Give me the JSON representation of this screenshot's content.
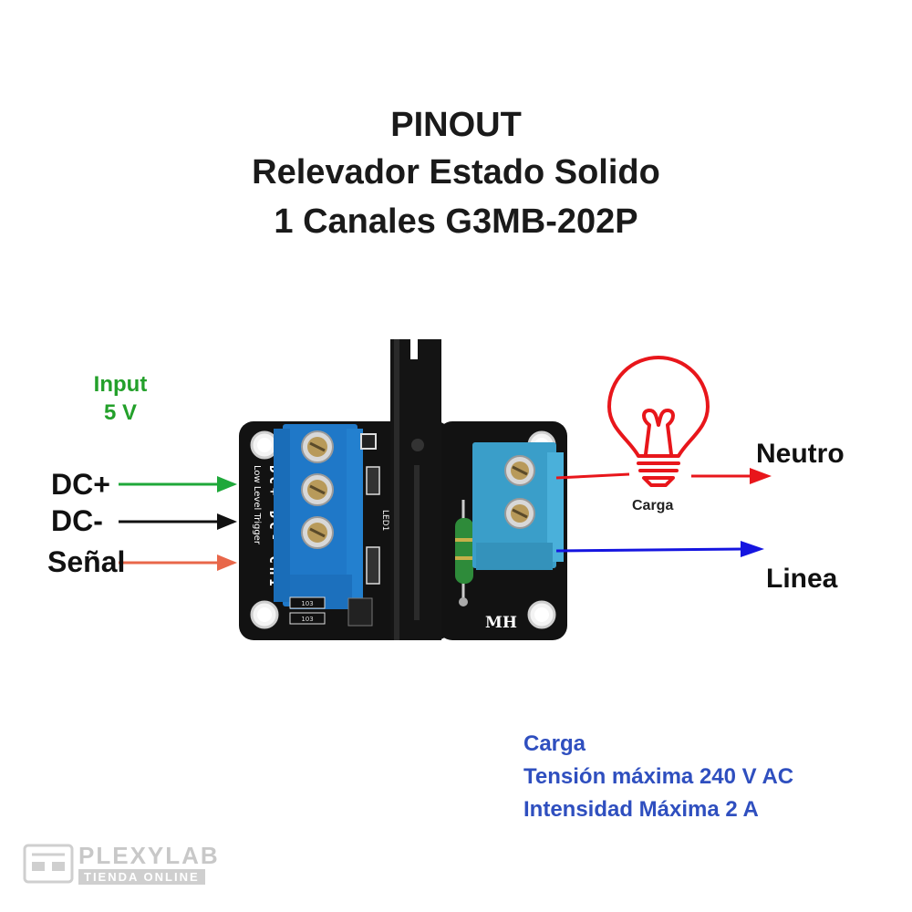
{
  "title": {
    "line1": "PINOUT",
    "line2": "Relevador Estado Solido",
    "line3": "1 Canales G3MB-202P"
  },
  "input": {
    "line1": "Input",
    "line2": "5 V"
  },
  "pins": [
    {
      "label": "DC+",
      "arrow_color": "#1fa83a"
    },
    {
      "label": "DC-",
      "arrow_color": "#111111"
    },
    {
      "label": "Señal",
      "arrow_color": "#e8674a"
    }
  ],
  "board_silkscreen": {
    "pins_line1": "DC+ DC- CH1",
    "pins_line2": "Low Level Trigger",
    "led": "LED1",
    "maker": "MH",
    "resistor_code": "103"
  },
  "load": {
    "bulb_label": "Carga",
    "neutral_label": "Neutro",
    "line_label": "Linea",
    "neutral_color": "#e8161b",
    "line_color": "#1515e0"
  },
  "specs": {
    "title": "Carga",
    "voltage": "Tensión máxima 240 V AC",
    "current": "Intensidad Máxima 2 A"
  },
  "watermark": {
    "brand": "PLEXYLAB",
    "subtitle": "TIENDA ONLINE"
  }
}
